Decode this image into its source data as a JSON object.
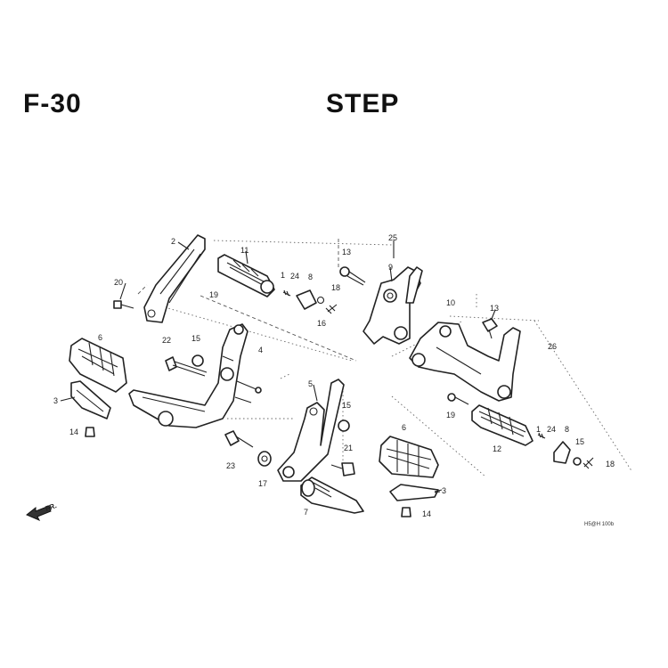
{
  "header": {
    "section_code": "F-30",
    "title": "STEP"
  },
  "direction_label": "FR.",
  "drawing_ref": "H5@H 100b",
  "callouts": {
    "c2": "2",
    "c20": "20",
    "c11": "11",
    "c19a": "19",
    "c6a": "6",
    "c22": "22",
    "c15a": "15",
    "c4": "4",
    "c3a": "3",
    "c14a": "14",
    "c1a": "1",
    "c24a": "24",
    "c8a": "8",
    "c13a": "13",
    "c16": "16",
    "c23": "23",
    "c17": "17",
    "c25": "25",
    "c13b": "13",
    "c9": "9",
    "c18a": "18",
    "c10": "10",
    "c13c": "13",
    "c26": "26",
    "c5": "5",
    "c15b": "15",
    "c21": "21",
    "c7": "7",
    "c19b": "19",
    "c6b": "6",
    "c12": "12",
    "c3b": "3",
    "c14b": "14",
    "c1b": "1",
    "c24b": "24",
    "c8b": "8",
    "c15c": "15",
    "c18b": "18"
  }
}
